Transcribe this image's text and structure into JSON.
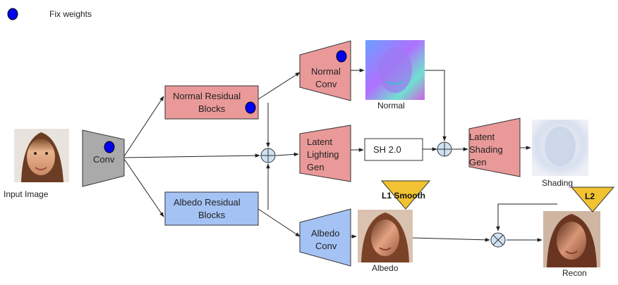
{
  "legend": {
    "fix_weights_label": "Fix weights",
    "fix_weights_color": "#0000ee"
  },
  "nodes": {
    "input_image": {
      "label": "Input Image"
    },
    "conv": {
      "label": "Conv",
      "color": "#aaaaaa"
    },
    "normal_residual": {
      "line1": "Normal Residual",
      "line2": "Blocks",
      "color": "#ea9999"
    },
    "albedo_residual": {
      "line1": "Albedo Residual",
      "line2": "Blocks",
      "color": "#a4c2f4"
    },
    "normal_conv": {
      "line1": "Normal",
      "line2": "Conv",
      "color": "#ea9999"
    },
    "latent_lighting": {
      "line1": "Latent",
      "line2": "Lighting",
      "line3": "Gen",
      "color": "#ea9999"
    },
    "albedo_conv": {
      "line1": "Albedo",
      "line2": "Conv",
      "color": "#a4c2f4"
    },
    "sh": {
      "label": "SH 2.0"
    },
    "latent_shading": {
      "line1": "Latent",
      "line2": "Shading",
      "line3": "Gen",
      "color": "#ea9999"
    },
    "normal_img": {
      "label": "Normal"
    },
    "shading_img": {
      "label": "Shading"
    },
    "albedo_img": {
      "label": "Albedo"
    },
    "recon_img": {
      "label": "Recon"
    }
  },
  "losses": {
    "l1_smooth": {
      "label": "L1 Smooth",
      "color": "#f1c232"
    },
    "l2": {
      "label": "L2",
      "color": "#f1c232"
    }
  }
}
